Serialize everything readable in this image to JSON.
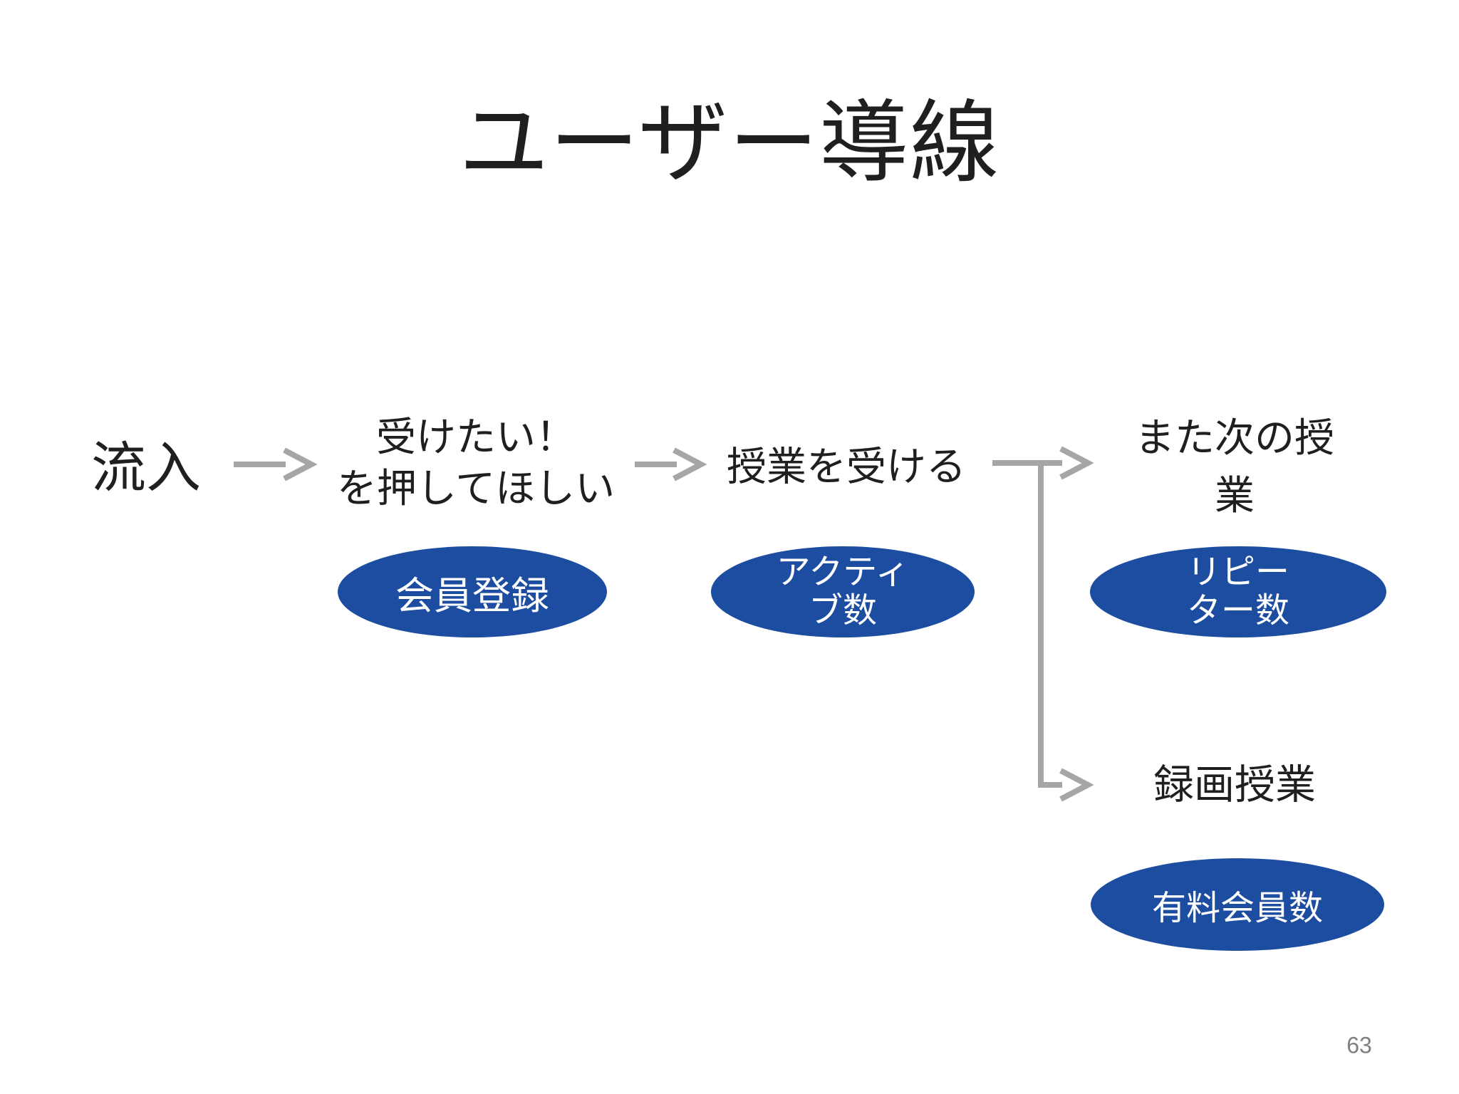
{
  "slide": {
    "title": "ユーザー導線",
    "page_number": "63",
    "colors": {
      "background": "#FFFFFF",
      "text": "#1F1F1F",
      "arrow": "#A6A6A6",
      "ellipse": "#1C4DA1",
      "ellipse_text": "#FFFFFF",
      "page_number": "#7F7F7F"
    },
    "flow": {
      "inflow": "流入",
      "cta": "受けたい！\nを押してほしい",
      "take_class": "授業を受ける",
      "next_class": "また次の授業",
      "recorded_class": "録画授業"
    },
    "metrics": {
      "registration": "会員登録",
      "active_count": "アクティ\nブ数",
      "repeater_count": "リピー\nター数",
      "paid_members": "有料会員数"
    }
  }
}
